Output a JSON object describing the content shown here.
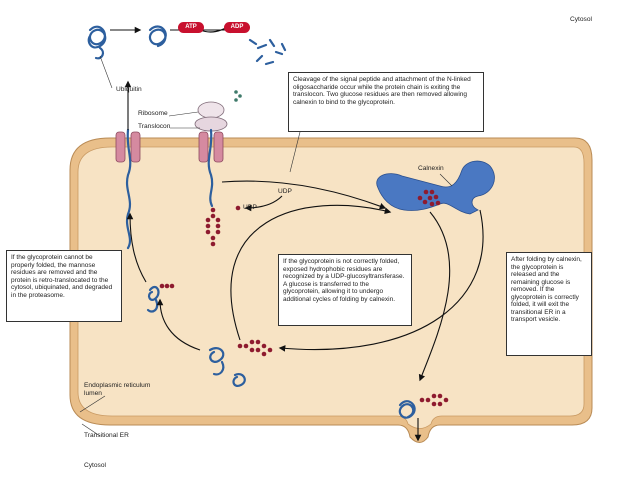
{
  "labels": {
    "cytosol_top": "Cytosol",
    "cytosol_bottom": "Cytosol",
    "atp": "ATP",
    "adp": "ADP",
    "ubiquitin": "Ubiquitin",
    "ribosome": "Ribosome",
    "translocon": "Translocon",
    "calnexin": "Calnexin",
    "udp_top": "UDP",
    "udp_mid": "UDP",
    "er_lumen": "Endoplasmic reticulum lumen",
    "transitional_er": "Transitional ER"
  },
  "boxes": {
    "cleavage": "Cleavage of the signal peptide and attachment of the N-linked oligosaccharide occur while the protein chain is exiting the translocon. Two glucose residues are then removed allowing calnexin to bind to the glycoprotein.",
    "not_folded": "If the glycoprotein cannot be properly folded, the mannose residues are removed and the protein is retro-translocated to the cytosol, ubiquinated, and degraded in the proteasome.",
    "not_correct": "If the glycoprotein is not correctly folded, exposed hydrophobic residues are recognized by a UDP-glucosyltransferase. A glucose is transferred to the glycoprotein, allowing it to undergo additional cycles of folding by calnexin.",
    "after_folding": "After folding by calnexin, the glycoprotein is released and the remaining glucose is removed. If the glycoprotein is correctly folded, it will exit the transitional ER in a transport vesicle."
  },
  "colors": {
    "lumen": "#f7e3c4",
    "membrane": "#e9bf8a",
    "protein": "#2d5f9e",
    "calnexin": "#4a78c2",
    "glycan": "#8e1b2f",
    "pill": "#c8102e"
  }
}
